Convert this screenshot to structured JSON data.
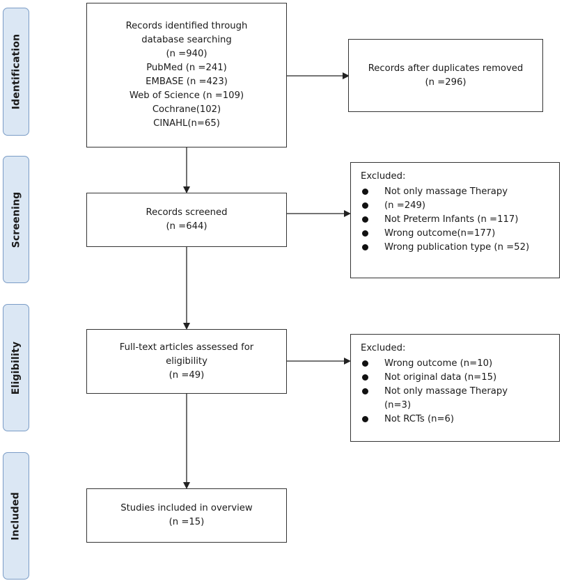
{
  "stages": {
    "identification": "Identification",
    "screening": "Screening",
    "eligibility": "Eligibility",
    "included": "Included"
  },
  "identified": {
    "lines": [
      "Records identified through",
      "database searching",
      "(n =940)",
      "PubMed (n =241)",
      "EMBASE (n =423)",
      "Web of Science (n =109)",
      "Cochrane(102)",
      "CINAHL(n=65)"
    ]
  },
  "duplicates": {
    "title": "Records after duplicates removed",
    "count": "(n =296)"
  },
  "screened": {
    "title": "Records screened",
    "count": "(n =644)"
  },
  "excluded_screening": {
    "title": "Excluded:",
    "items": [
      "Not only massage Therapy",
      "(n =249)",
      "Not Preterm Infants (n =117)",
      "Wrong outcome(n=177)",
      "Wrong publication type (n =52)"
    ]
  },
  "fulltext": {
    "line1": "Full-text articles assessed for",
    "line2": "eligibility",
    "count": "(n =49)"
  },
  "excluded_eligibility": {
    "title": "Excluded:",
    "items": [
      "Wrong outcome (n=10)",
      "Not original data (n=15)",
      "Not only massage Therapy",
      "(n=3)",
      "Not RCTs (n=6)"
    ]
  },
  "included": {
    "title": "Studies included in overview",
    "count": "(n =15)"
  }
}
